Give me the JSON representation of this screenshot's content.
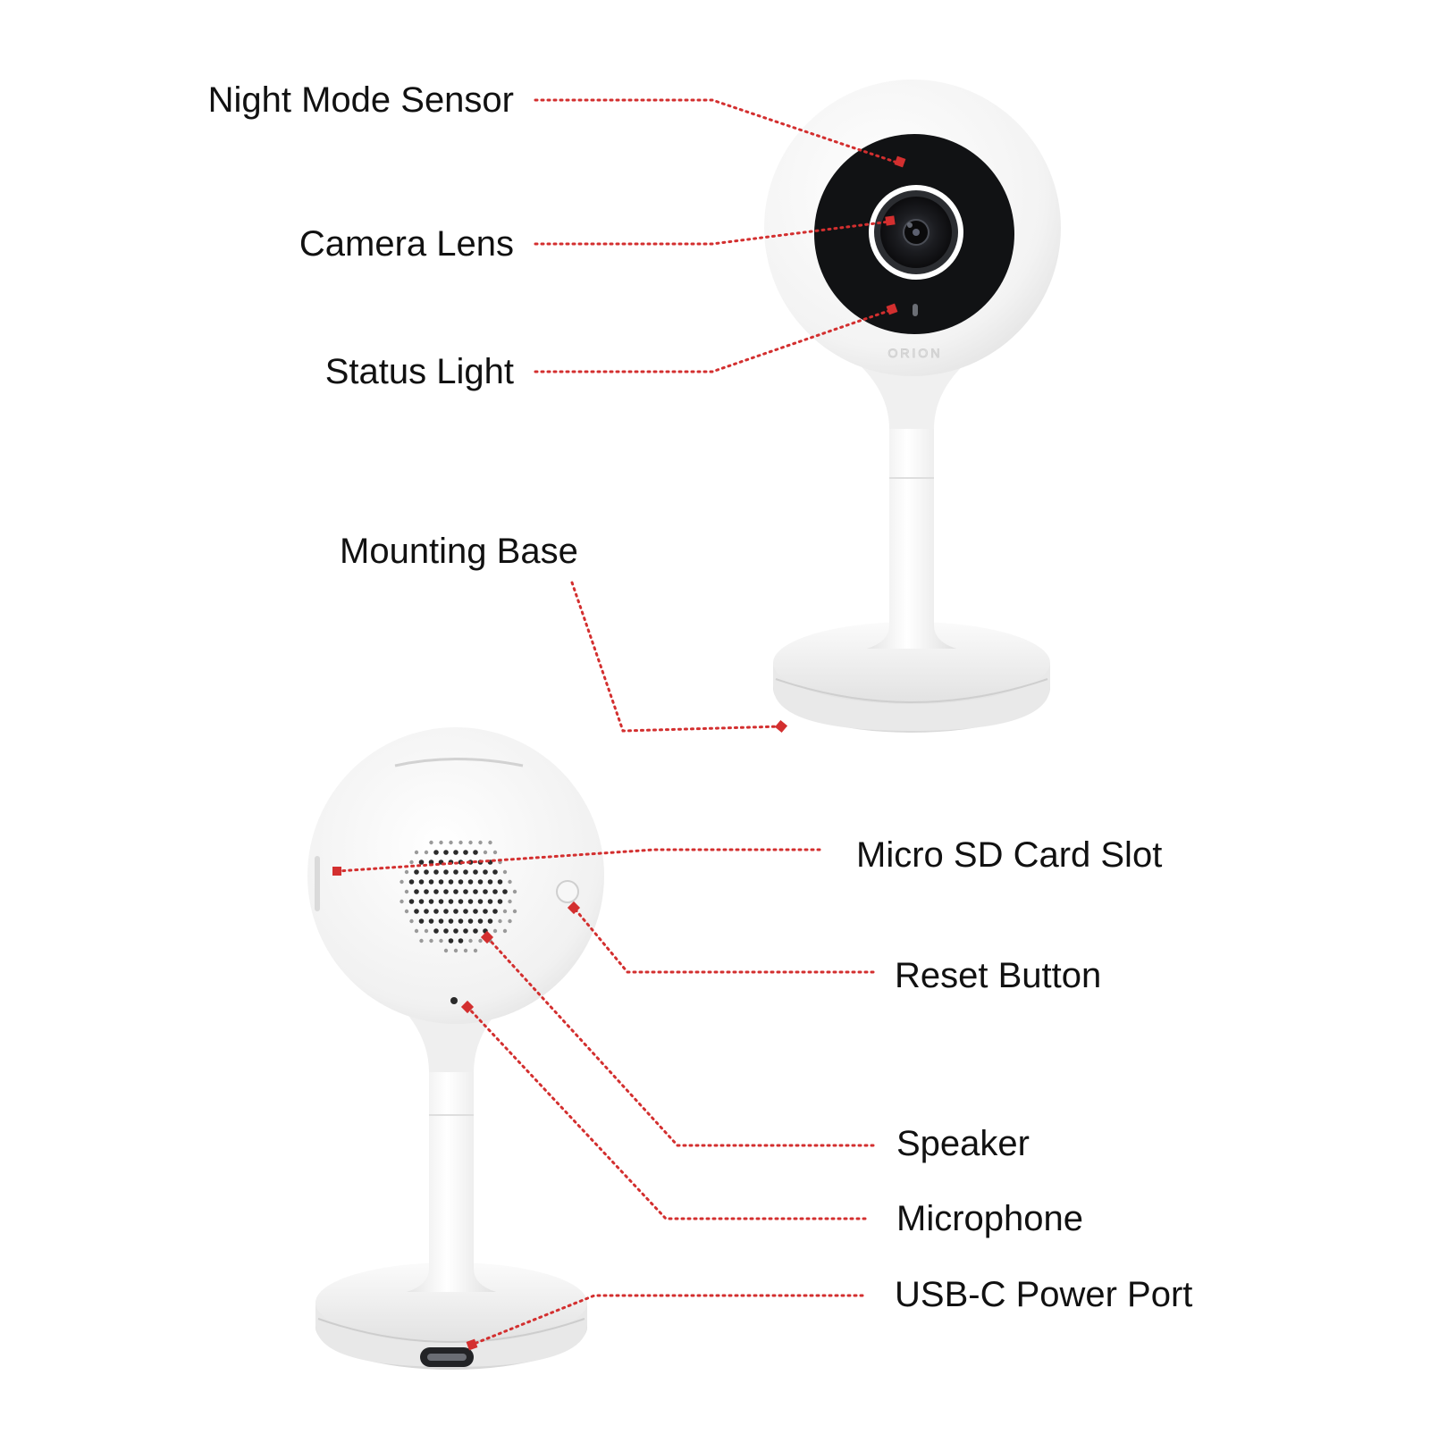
{
  "diagram": {
    "accent_color": "#d32f2f",
    "labels": {
      "night_mode_sensor": "Night Mode Sensor",
      "camera_lens": "Camera Lens",
      "status_light": "Status Light",
      "mounting_base": "Mounting Base",
      "micro_sd_card_slot": "Micro SD Card Slot",
      "reset_button": "Reset Button",
      "speaker": "Speaker",
      "microphone": "Microphone",
      "usb_c_power_port": "USB-C Power Port"
    },
    "brand_mark": "ORION"
  }
}
